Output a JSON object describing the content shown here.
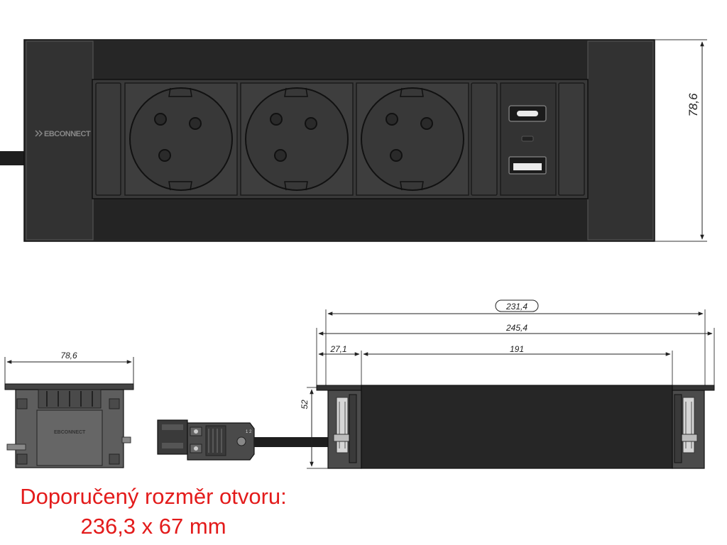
{
  "brand": {
    "logo_text": "EBCONNECT"
  },
  "front_view": {
    "height_dimension": "78,6",
    "sockets": [
      {
        "name": "schuko-socket-1"
      },
      {
        "name": "schuko-socket-2"
      },
      {
        "name": "schuko-socket-3"
      }
    ],
    "usb_module": {
      "ports": [
        "usb-c-port",
        "usb-a-port"
      ]
    }
  },
  "side_view": {
    "width_dimension": "78,6",
    "logo_text": "EBCONNECT"
  },
  "bottom_view": {
    "dimensions": {
      "overall": "231,4",
      "flange": "245,4",
      "offset": "27,1",
      "body": "191",
      "height": "52"
    },
    "connector_marking": "1 2"
  },
  "caption": {
    "line1": "Doporučený rozměr otvoru:",
    "line2": "236,3 x 67 mm"
  },
  "colors": {
    "body": "#2b2b2b",
    "panel": "#393939",
    "end_cap": "#323232",
    "socket": "#3e3e3e",
    "caption": "#e31b1b"
  }
}
